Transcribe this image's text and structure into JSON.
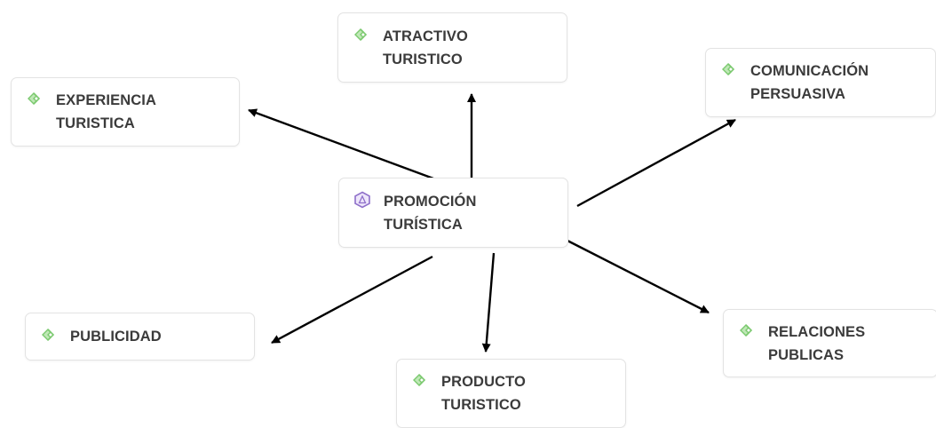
{
  "colors": {
    "concept_icon": "#7bc96f",
    "central_icon": "#8e6fc9",
    "arrow": "#000000",
    "text": "#3b3b3b",
    "node_border": "#e3e3e3"
  },
  "central": {
    "label_line1": "PROMOCIÓN",
    "label_line2": "TURÍSTICA",
    "icon": "network-icon"
  },
  "nodes": [
    {
      "id": "atractivo",
      "line1": "ATRACTIVO",
      "line2": "TURISTICO",
      "icon": "diamond-tag-icon"
    },
    {
      "id": "comunicacion",
      "line1": "COMUNICACIÓN",
      "line2": "PERSUASIVA",
      "icon": "diamond-tag-icon"
    },
    {
      "id": "experiencia",
      "line1": "EXPERIENCIA",
      "line2": "TURISTICA",
      "icon": "diamond-tag-icon"
    },
    {
      "id": "publicidad",
      "line1": "PUBLICIDAD",
      "line2": "",
      "icon": "diamond-tag-icon"
    },
    {
      "id": "producto",
      "line1": "PRODUCTO",
      "line2": "TURISTICO",
      "icon": "diamond-tag-icon"
    },
    {
      "id": "relaciones",
      "line1": "RELACIONES",
      "line2": "PUBLICAS",
      "icon": "diamond-tag-icon"
    }
  ]
}
